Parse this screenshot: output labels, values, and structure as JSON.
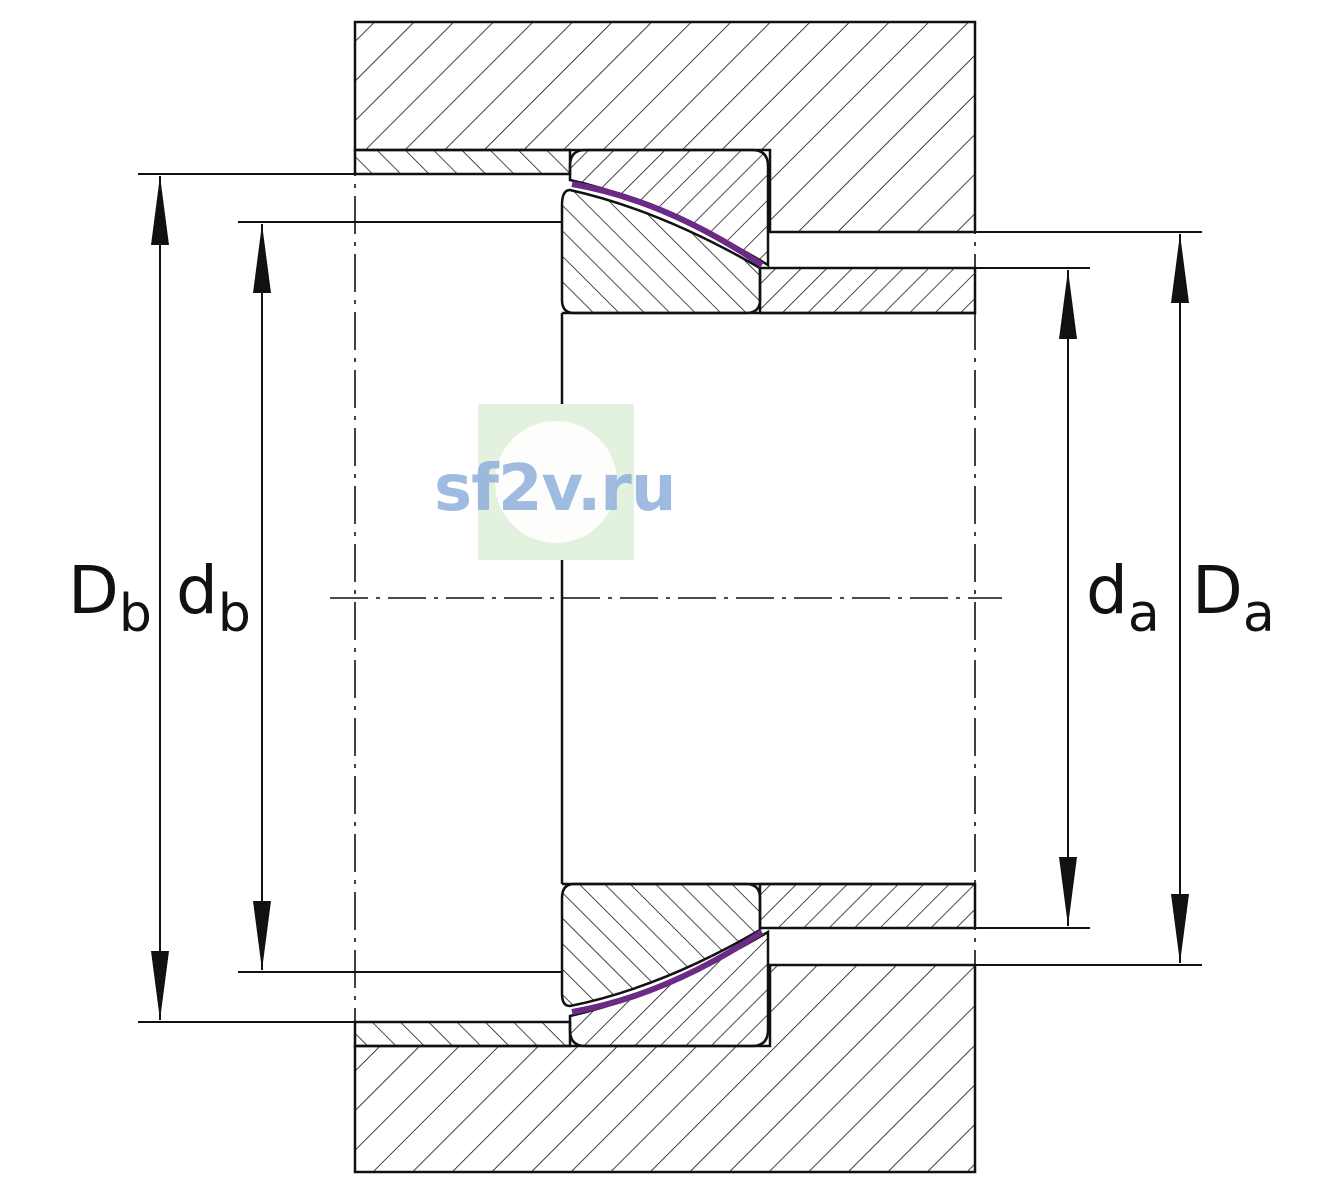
{
  "labels": {
    "Db": {
      "main": "D",
      "sub": "b"
    },
    "db": {
      "main": "d",
      "sub": "b"
    },
    "da": {
      "main": "d",
      "sub": "a"
    },
    "Da": {
      "main": "D",
      "sub": "a"
    }
  },
  "watermark": {
    "text": "sf2v.ru"
  },
  "colors": {
    "line": "#111111",
    "sliding_layer": "#6b2a86",
    "watermark_text": "#8fb0dc",
    "watermark_bg": "#e3f1df"
  }
}
